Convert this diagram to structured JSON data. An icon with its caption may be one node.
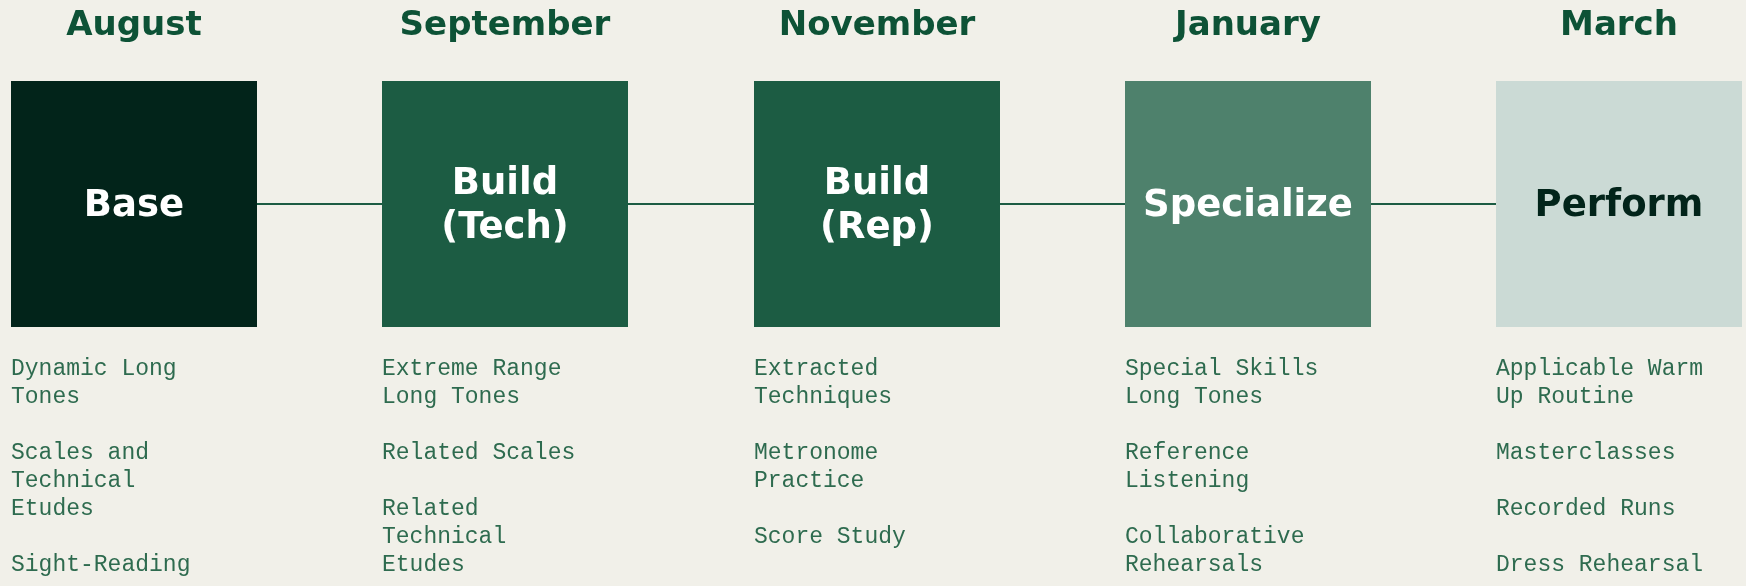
{
  "diagram": {
    "nodes": [
      {
        "text": [
          "August",
          "Base"
        ],
        "beside": [
          "Dynamic Long Tones",
          "Scales and Technical Etudes",
          "Sight-Reading"
        ]
      },
      {
        "text": [
          "September",
          "Build (Tech)"
        ],
        "beside": [
          "Extreme Range Long Tones",
          "Related Scales",
          "Related Technical Etudes"
        ]
      },
      {
        "text": [
          "November",
          "Build (Rep)"
        ],
        "beside": [
          "Extracted Techniques",
          "Metronome Practice",
          "Score Study"
        ]
      },
      {
        "text": [
          "January",
          "Specialize"
        ],
        "beside": [
          "Special Skills Long Tones",
          "Reference Listening",
          "Collaborative Rehearsals"
        ]
      },
      {
        "text": [
          "March",
          "Perform"
        ],
        "beside": [
          "Applicable Warm Up Routine",
          "Masterclasses",
          "Recorded Runs",
          "Dress Rehearsal"
        ]
      }
    ],
    "edges": [
      {
        "from": 0,
        "to": 1,
        "arrow": "none"
      },
      {
        "from": 1,
        "to": 2,
        "arrow": "none"
      },
      {
        "from": 2,
        "to": 3,
        "arrow": "none"
      },
      {
        "from": 3,
        "to": 4,
        "arrow": "none"
      }
    ]
  }
}
